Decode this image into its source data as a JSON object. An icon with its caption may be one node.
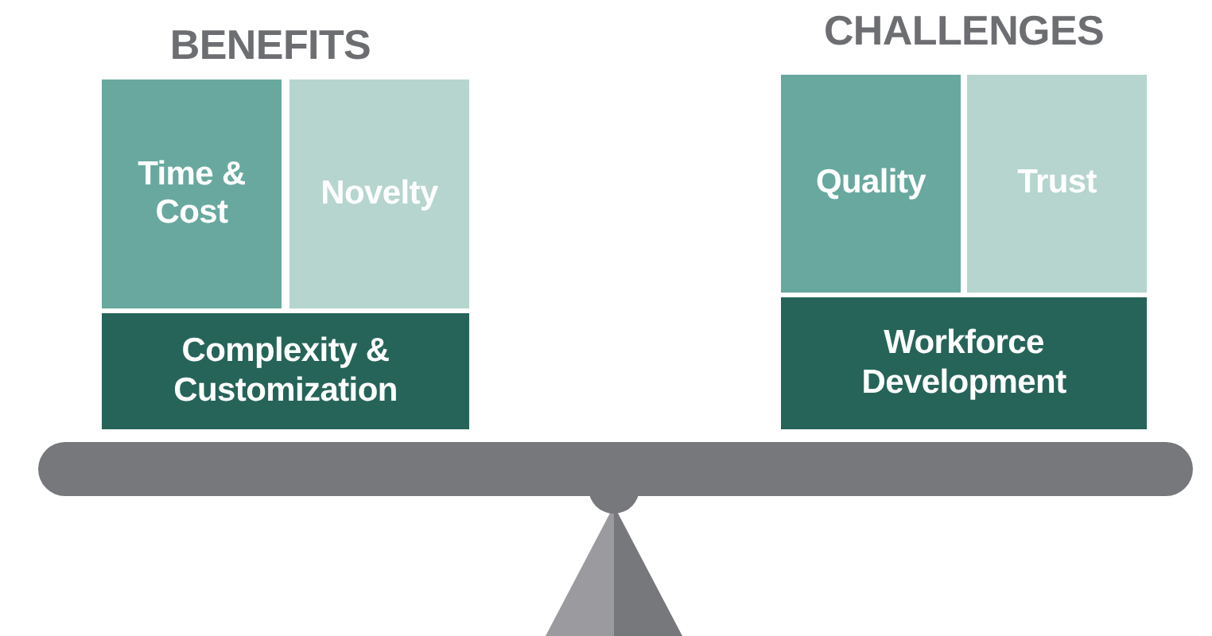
{
  "diagram": {
    "nodes": [
      {
        "text": [
          "Time & Cost"
        ]
      },
      {
        "text": [
          "Novelty"
        ]
      },
      {
        "text": [
          "Complexity & Customization"
        ]
      },
      {
        "text": [
          "Quality"
        ]
      },
      {
        "text": [
          "Trust"
        ]
      },
      {
        "text": [
          "Workforce Development"
        ]
      }
    ],
    "labels": [
      "BENEFITS",
      "CHALLENGES"
    ]
  }
}
